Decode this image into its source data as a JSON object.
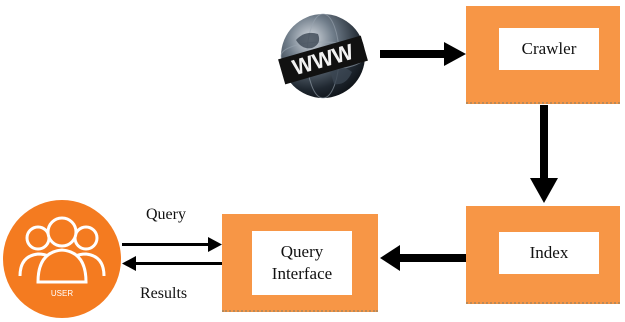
{
  "diagram": {
    "crawler_label": "Crawler",
    "index_label": "Index",
    "query_interface_line1": "Query",
    "query_interface_line2": "Interface",
    "user_label": "USER",
    "globe_label": "WWW",
    "query_arrow_label": "Query",
    "results_arrow_label": "Results"
  },
  "colors": {
    "box_orange": "#f79646",
    "user_circle": "#f47b20",
    "arrow": "#000000"
  },
  "icons": [
    "globe-www-icon",
    "user-group-icon"
  ]
}
